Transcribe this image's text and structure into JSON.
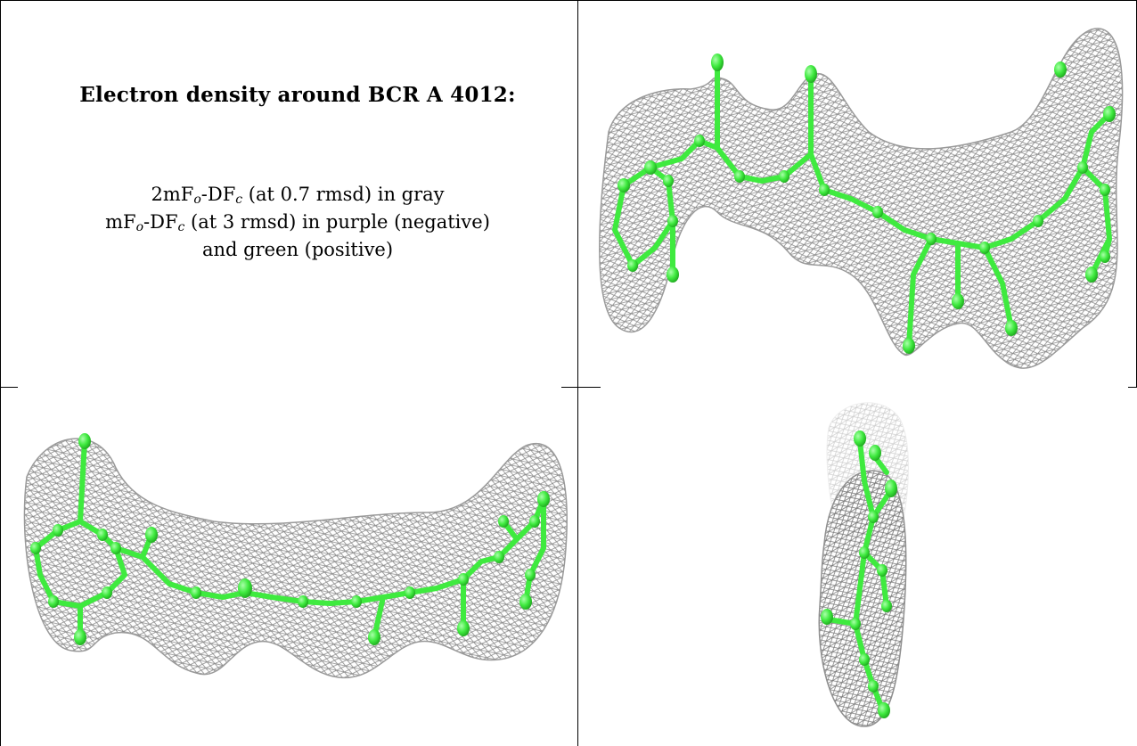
{
  "caption": {
    "title": "Electron density around BCR A 4012:",
    "line1": {
      "a": "2mF",
      "a_sub": "o",
      "b": "-DF",
      "b_sub": "c",
      "rest": " (at 0.7 rmsd) in gray"
    },
    "line2": {
      "a": "mF",
      "a_sub": "o",
      "b": "-DF",
      "b_sub": "c",
      "rest": " (at 3 rmsd) in purple (negative)"
    },
    "line3": "and green (positive)"
  },
  "colors": {
    "mesh": "#8a8a8a",
    "atom": "#3fea3f",
    "atom_dark": "#22b822",
    "border": "#000000"
  },
  "panels": [
    {
      "name": "view-top-right",
      "view": "side"
    },
    {
      "name": "view-bottom-left",
      "view": "top"
    },
    {
      "name": "view-bottom-right",
      "view": "end-on"
    }
  ]
}
